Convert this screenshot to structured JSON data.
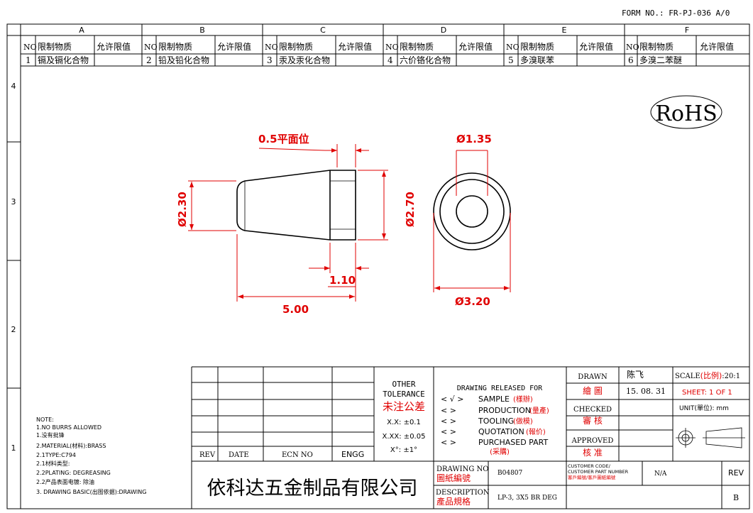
{
  "form_no": "FORM NO.: FR-PJ-036 A/0",
  "zones_top": [
    "A",
    "B",
    "C",
    "D",
    "E",
    "F"
  ],
  "zones_side": [
    "4",
    "3",
    "2",
    "1"
  ],
  "restricted": {
    "h_no": "NO",
    "h_substance": "限制物质",
    "h_limit": "允许限值",
    "items": [
      {
        "no": "1",
        "name": "镉及镉化合物"
      },
      {
        "no": "2",
        "name": "铅及铅化合物"
      },
      {
        "no": "3",
        "name": "汞及汞化合物"
      },
      {
        "no": "4",
        "name": "六价铬化合物"
      },
      {
        "no": "5",
        "name": "多溴联苯"
      },
      {
        "no": "6",
        "name": "多溴二苯醚"
      }
    ]
  },
  "rohs": "RoHS",
  "dims": {
    "flat": "0.5平面位",
    "d135": "Ø1.35",
    "d230": "Ø2.30",
    "d270": "Ø2.70",
    "l110": "1.10",
    "l500": "5.00",
    "d320": "Ø3.20"
  },
  "notes": [
    "NOTE:",
    "1.NO BURRS ALLOWED",
    "1.没有批锋",
    "2.MATERIAL(材料):BRASS",
    "2.1TYPE:C794",
    "2.1材料类型:",
    "2.2PLATING: DEGREASING",
    "2.2产品表面电镀: 除油",
    "3. DRAWING BASIC(出图依据):DRAWING"
  ],
  "rev_table": {
    "rev": "REV",
    "date": "DATE",
    "ecn": "ECN NO",
    "engg": "ENGG"
  },
  "tolerance": {
    "l1": "OTHER",
    "l2": "TOLERANCE",
    "l3": "未注公差",
    "l4": "X.X: ±0.1",
    "l5": "X.XX: ±0.05",
    "l6": "X°: ±1°"
  },
  "release": {
    "title": "DRAWING RELEASED FOR",
    "sample_mark": "< √ >",
    "sample": "SAMPLE",
    "sample_cn": "(樣辦)",
    "production": "PRODUCTION",
    "production_cn": "(量產)",
    "tooling": "TOOLING",
    "tooling_cn": "(做模)",
    "quotation": "QUOTATION",
    "quotation_cn": "(報价)",
    "purchased": "PURCHASED PART",
    "purchased_cn": "(采購)",
    "blank_mark": "<      >"
  },
  "signoff": {
    "drawn": "DRAWN",
    "drawn_cn": "繪 圖",
    "drawn_name": "陈飞",
    "drawn_date": "15. 08. 31",
    "checked": "CHECKED",
    "checked_cn": "審 核",
    "approved": "APPROVED",
    "approved_cn": "核 准"
  },
  "scale": {
    "label": "SCALE",
    "cn": "(比例)",
    "value": ":20:1"
  },
  "sheet": "SHEET:  1 OF 1",
  "unit": "UNIT(單位): mm",
  "company": "依科达五金制品有限公司",
  "drawing_no_label": "DRAWING NO",
  "drawing_no_cn": "圖紙編號",
  "drawing_no": "B04807",
  "desc_label": "DESCRIPTION",
  "desc_cn": "產品規格",
  "desc": "LP-3, 3X5 BR DEG",
  "customer_l1": "CUSTOMER CODE/",
  "customer_l2": "CUSTOMER PART NUMBER",
  "customer_l3": "客戶編號/客戶圖紙編號",
  "customer_value": "N/A",
  "rev_label": "REV",
  "rev_value": "B"
}
